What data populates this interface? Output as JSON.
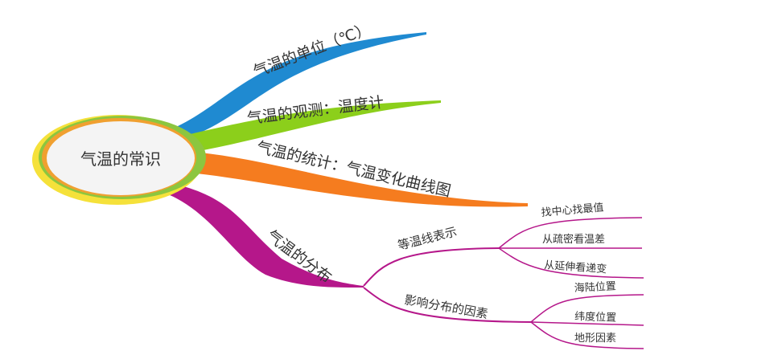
{
  "mindmap": {
    "center": {
      "label": "气温的常识",
      "ring_colors": [
        "#f5e13a",
        "#8cc63f",
        "#f0a030"
      ],
      "fill": "#f4f4f4"
    },
    "branches": [
      {
        "id": "unit",
        "label": "气温的单位（℃）",
        "color": "#1f8ad1"
      },
      {
        "id": "observe",
        "label": "气温的观测：温度计",
        "color": "#8ccf1b"
      },
      {
        "id": "stats",
        "label": "气温的统计：气温变化曲线图",
        "color": "#f57c1f"
      },
      {
        "id": "distribution",
        "label": "气温的分布",
        "color": "#b5178a",
        "children": [
          {
            "label": "等温线表示",
            "children": [
              "找中心找最值",
              "从疏密看温差",
              "从延伸看递变"
            ]
          },
          {
            "label": "影响分布的因素",
            "children": [
              "海陆位置",
              "纬度位置",
              "地形因素"
            ]
          }
        ]
      }
    ]
  }
}
